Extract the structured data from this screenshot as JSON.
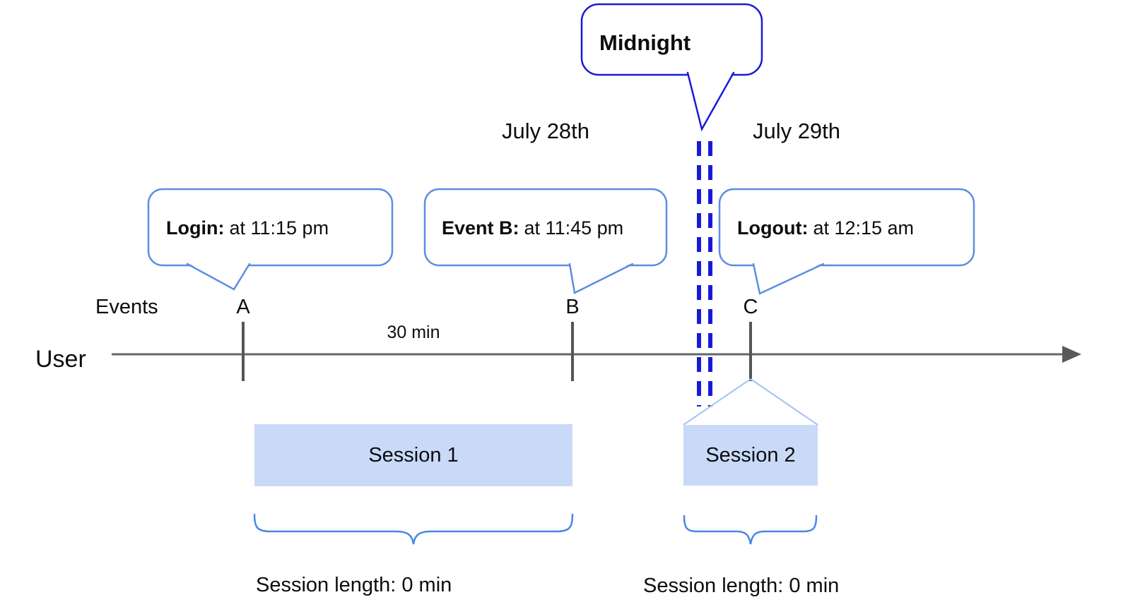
{
  "diagram": {
    "midnight_bubble": {
      "label": "Midnight"
    },
    "dates": {
      "left": "July 28th",
      "right": "July 29th"
    },
    "axis": {
      "events_label": "Events",
      "user_label": "User",
      "interval_label": "30 min"
    },
    "events": [
      {
        "id": "A",
        "bubble_label": "Login:",
        "bubble_text": "at 11:15 pm"
      },
      {
        "id": "B",
        "bubble_label": "Event B:",
        "bubble_text": "at 11:45 pm"
      },
      {
        "id": "C",
        "bubble_label": "Logout:",
        "bubble_text": "at 12:15 am"
      }
    ],
    "sessions": [
      {
        "name": "Session 1",
        "length_label": "Session length: 0 min"
      },
      {
        "name": "Session 2",
        "length_label": "Session length: 0 min"
      }
    ],
    "colors": {
      "event_bubble_border": "#5b8ee0",
      "midnight_border": "#1a1ad6",
      "dashed_midnight_line": "#1a1ad6",
      "session_fill": "#c9daf8",
      "session_pointer_line": "#a4c2f4",
      "brace": "#4a86e8",
      "timeline": "#666666",
      "text": "#0d0d0d"
    }
  }
}
